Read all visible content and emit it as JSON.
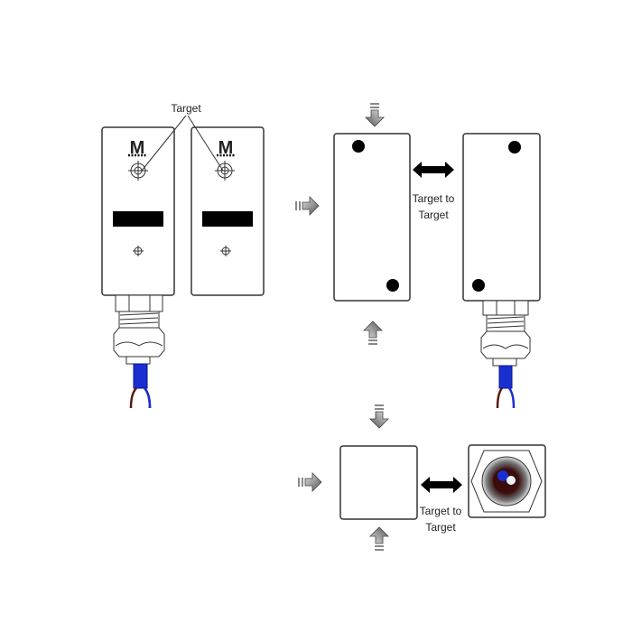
{
  "labels": {
    "target": "Target",
    "target_to_target_line1": "Target to",
    "target_to_target_line2": "Target",
    "target_to_target_b_line1": "Target to",
    "target_to_target_b_line2": "Target"
  },
  "logo": {
    "letter": "M"
  },
  "colors": {
    "outline": "#333333",
    "cable_blue": "#1a2fd0",
    "wire_brown": "#5a1a10",
    "bar": "#000000",
    "arrow_gray": "#8a8a8a"
  }
}
